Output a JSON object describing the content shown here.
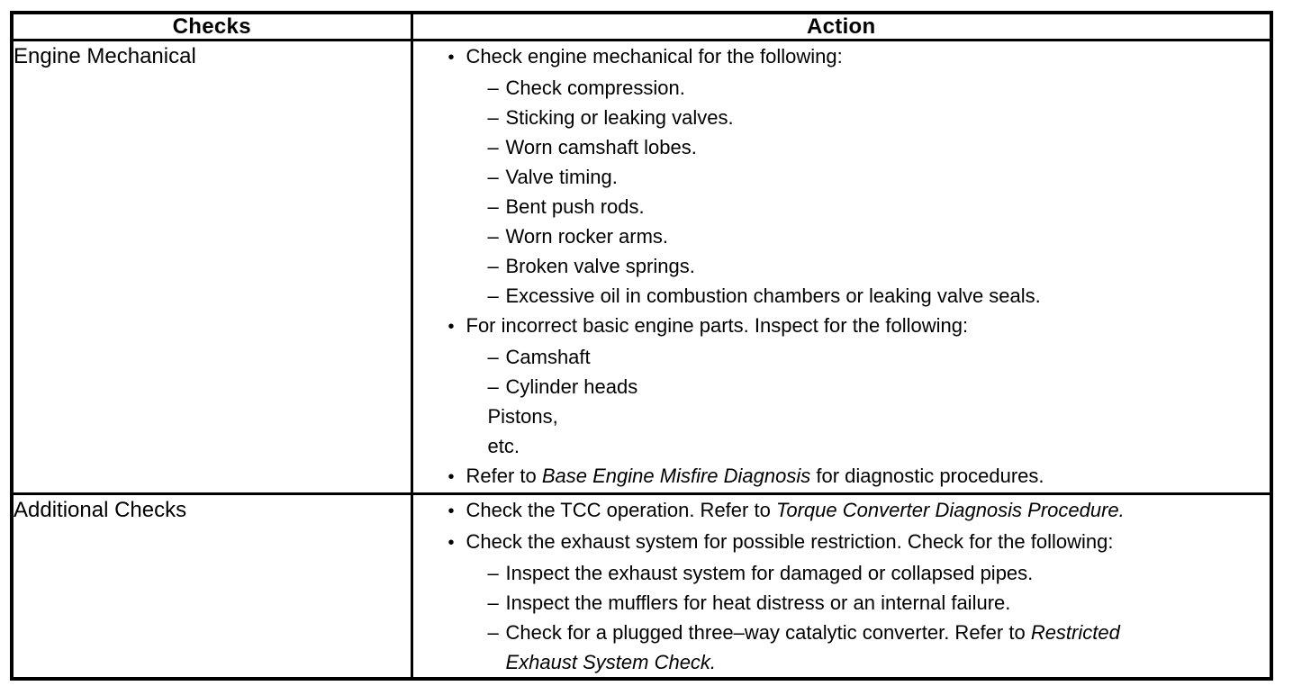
{
  "table": {
    "border_color": "#000000",
    "text_color": "#000000",
    "background_color": "#ffffff",
    "markers": {
      "bullet": "•",
      "dash": "–"
    },
    "headers": {
      "checks": "Checks",
      "action": "Action"
    },
    "rows": [
      {
        "check": "Engine Mechanical",
        "items": [
          {
            "level": "bullet",
            "text": "Check engine mechanical for the following:"
          },
          {
            "level": "dash",
            "text": "Check compression."
          },
          {
            "level": "dash",
            "text": "Sticking or leaking valves."
          },
          {
            "level": "dash",
            "text": "Worn camshaft lobes."
          },
          {
            "level": "dash",
            "text": "Valve timing."
          },
          {
            "level": "dash",
            "text": "Bent push rods."
          },
          {
            "level": "dash",
            "text": "Worn rocker arms."
          },
          {
            "level": "dash",
            "text": "Broken valve springs."
          },
          {
            "level": "dash",
            "text": "Excessive oil in combustion chambers or leaking valve seals."
          },
          {
            "level": "bullet",
            "text": "For incorrect basic engine parts. Inspect for the following:"
          },
          {
            "level": "dash",
            "text": "Camshaft"
          },
          {
            "level": "dash",
            "text": "Cylinder heads"
          },
          {
            "level": "dash",
            "text": "Pistons, etc."
          },
          {
            "level": "bullet",
            "pre": "Refer to ",
            "italic": "Base Engine Misfire Diagnosis",
            "post": " for diagnostic procedures."
          }
        ]
      },
      {
        "check": "Additional Checks",
        "items": [
          {
            "level": "bullet",
            "pre": "Check the TCC operation. Refer to ",
            "italic": "Torque Converter Diagnosis Procedure."
          },
          {
            "level": "bullet",
            "text": "Check the exhaust system for possible restriction. Check for the following:"
          },
          {
            "level": "dash",
            "text": "Inspect the exhaust system for damaged or collapsed pipes."
          },
          {
            "level": "dash",
            "text": "Inspect the mufflers for heat distress or an internal failure."
          },
          {
            "level": "dash",
            "pre": "Check for a plugged three–way catalytic converter. Refer to ",
            "italic": "Restricted",
            "italic_cont": "Exhaust System Check."
          }
        ]
      }
    ]
  }
}
